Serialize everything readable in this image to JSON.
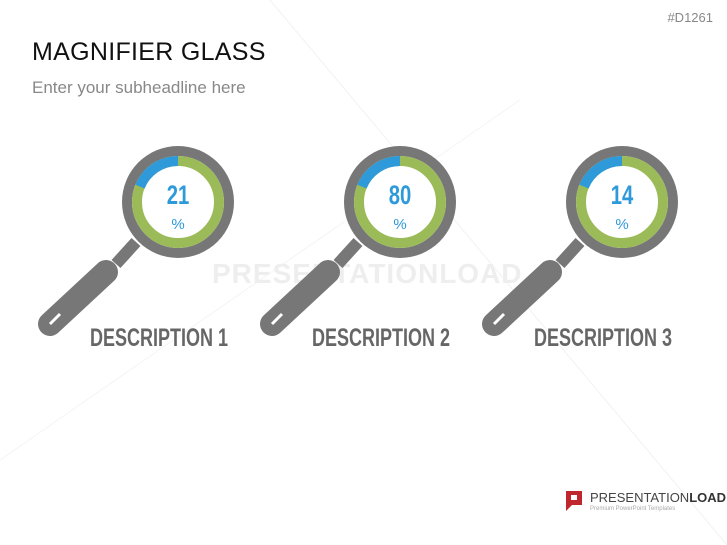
{
  "slide_code": "#D1261",
  "title": "MAGNIFIER GLASS",
  "subheadline": "Enter your subheadline here",
  "watermark": "PRESENTATIONLOAD",
  "colors": {
    "ring": "#777777",
    "green": "#9bbb59",
    "blue": "#2f9ad9",
    "text": "#666666"
  },
  "items": [
    {
      "value": "21",
      "unit": "%",
      "label": "DESCRIPTION 1"
    },
    {
      "value": "80",
      "unit": "%",
      "label": "DESCRIPTION 2"
    },
    {
      "value": "14",
      "unit": "%",
      "label": "DESCRIPTION 3"
    }
  ],
  "logo": {
    "brand_light": "PRESENTATION",
    "brand_bold": "LOAD",
    "tagline": "Premium PowerPoint Templates"
  }
}
